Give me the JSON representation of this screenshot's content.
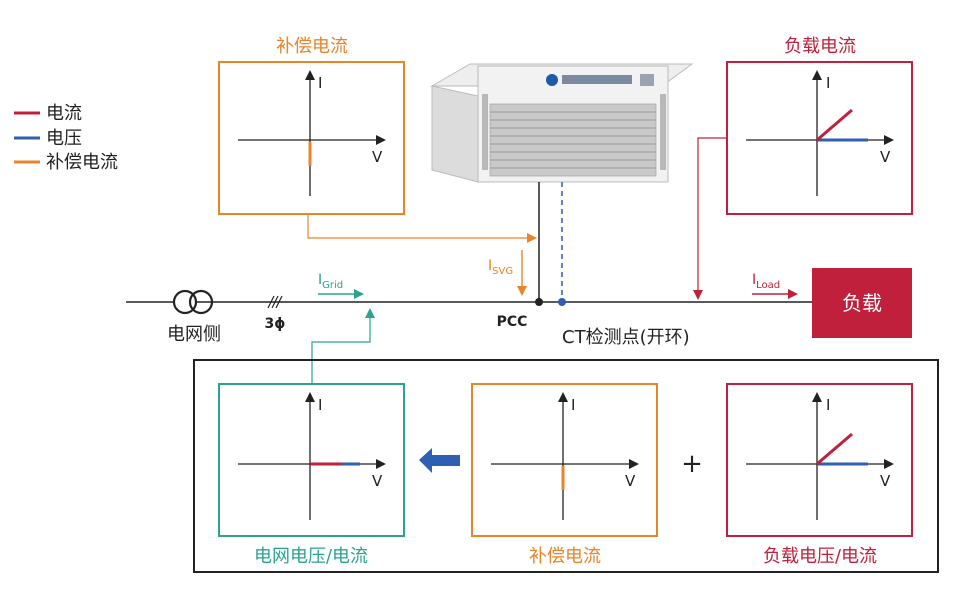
{
  "colors": {
    "orange": "#e8842a",
    "crimson": "#c0203c",
    "teal": "#2aa38f",
    "blue": "#2f5fb0",
    "axis": "#222222",
    "load_fill": "#c0203c",
    "arrow_blue": "#2f5fb0"
  },
  "legend": {
    "items": [
      {
        "label": "电流",
        "color": "#c0203c"
      },
      {
        "label": "电压",
        "color": "#2f5fb0"
      },
      {
        "label": "补偿电流",
        "color": "#e8842a"
      }
    ]
  },
  "top_panels": {
    "compensation": {
      "title": "补偿电流",
      "axis_y": "I",
      "axis_x": "V"
    },
    "load": {
      "title": "负载电流",
      "axis_y": "I",
      "axis_x": "V"
    }
  },
  "line": {
    "grid_side": "电网侧",
    "phase": "3ϕ",
    "i_grid_main": "I",
    "i_grid_sub": "Grid",
    "i_svg_main": "I",
    "i_svg_sub": "SVG",
    "pcc": "PCC",
    "ct_point": "CT检测点(开环)",
    "i_load_main": "I",
    "i_load_sub": "Load",
    "load_box": "负载"
  },
  "bottom_panels": {
    "grid": {
      "title": "电网电压/电流",
      "axis_y": "I",
      "axis_x": "V"
    },
    "compensation": {
      "title": "补偿电流",
      "axis_y": "I",
      "axis_x": "V"
    },
    "load": {
      "title": "负载电压/电流",
      "axis_y": "I",
      "axis_x": "V"
    },
    "plus": "+"
  }
}
